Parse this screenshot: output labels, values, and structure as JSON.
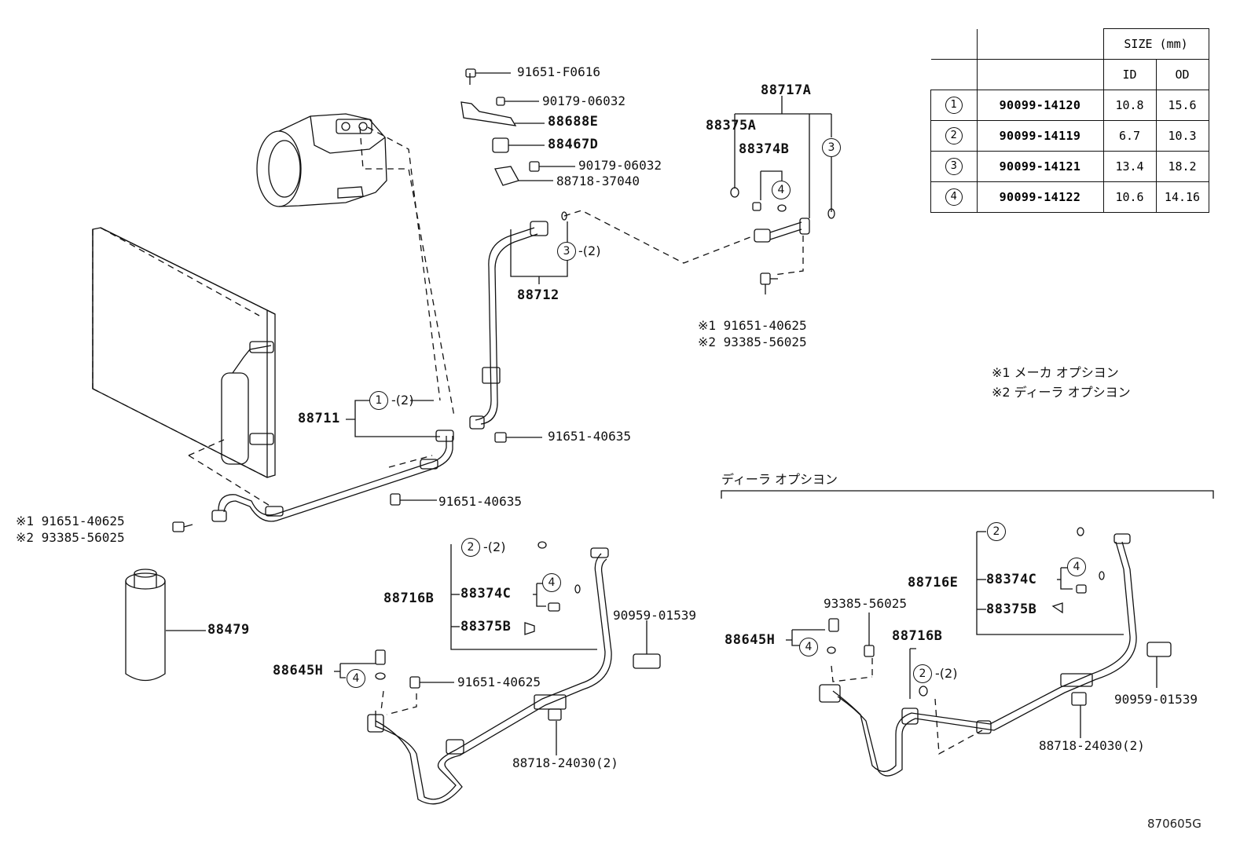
{
  "parts": {
    "p91651_f0616": "91651-F0616",
    "p90179_06032_a": "90179-06032",
    "p88688e": "88688E",
    "p88467d": "88467D",
    "p90179_06032_b": "90179-06032",
    "p88718_37040": "88718-37040",
    "p88712": "88712",
    "p88717a": "88717A",
    "p88375a": "88375A",
    "p88374b": "88374B",
    "p88711": "88711",
    "p91651_40635_a": "91651-40635",
    "p91651_40635_b": "91651-40635",
    "p88479": "88479",
    "p88716b": "88716B",
    "p88374c": "88374C",
    "p88375b": "88375B",
    "p90959_01539": "90959-01539",
    "p88645h": "88645H",
    "p91651_40625": "91651-40625",
    "p88718_24030": "88718-24030(2)",
    "d88716e": "88716E",
    "d88374c": "88374C",
    "d88375b": "88375B",
    "d93385_56025": "93385-56025",
    "d88645h": "88645H",
    "d88716b": "88716B",
    "d90959_01539": "90959-01539",
    "d88718_24030": "88718-24030(2)"
  },
  "refs": {
    "right_top_1": "※1 91651-40625",
    "right_top_2": "※2 93385-56025",
    "left_1": "※1 91651-40625",
    "left_2": "※2 93385-56025"
  },
  "qty": {
    "c3": "-(2)",
    "c1": "-(2)",
    "c2": "-(2)",
    "d2": "-(2)"
  },
  "circles": {
    "one": "1",
    "two": "2",
    "three": "3",
    "four": "4"
  },
  "legend": {
    "line1": "※1 メーカ オプシヨン",
    "line2": "※2 ディーラ オプシヨン"
  },
  "dealer_option_title": "ディーラ オプシヨン",
  "diagram_id": "870605G",
  "size_table": {
    "header": "SIZE (mm)",
    "col_id": "ID",
    "col_od": "OD",
    "rows": [
      {
        "num": "1",
        "part": "90099-14120",
        "id": "10.8",
        "od": "15.6"
      },
      {
        "num": "2",
        "part": "90099-14119",
        "id": "6.7",
        "od": "10.3"
      },
      {
        "num": "3",
        "part": "90099-14121",
        "id": "13.4",
        "od": "18.2"
      },
      {
        "num": "4",
        "part": "90099-14122",
        "id": "10.6",
        "od": "14.16"
      }
    ]
  }
}
